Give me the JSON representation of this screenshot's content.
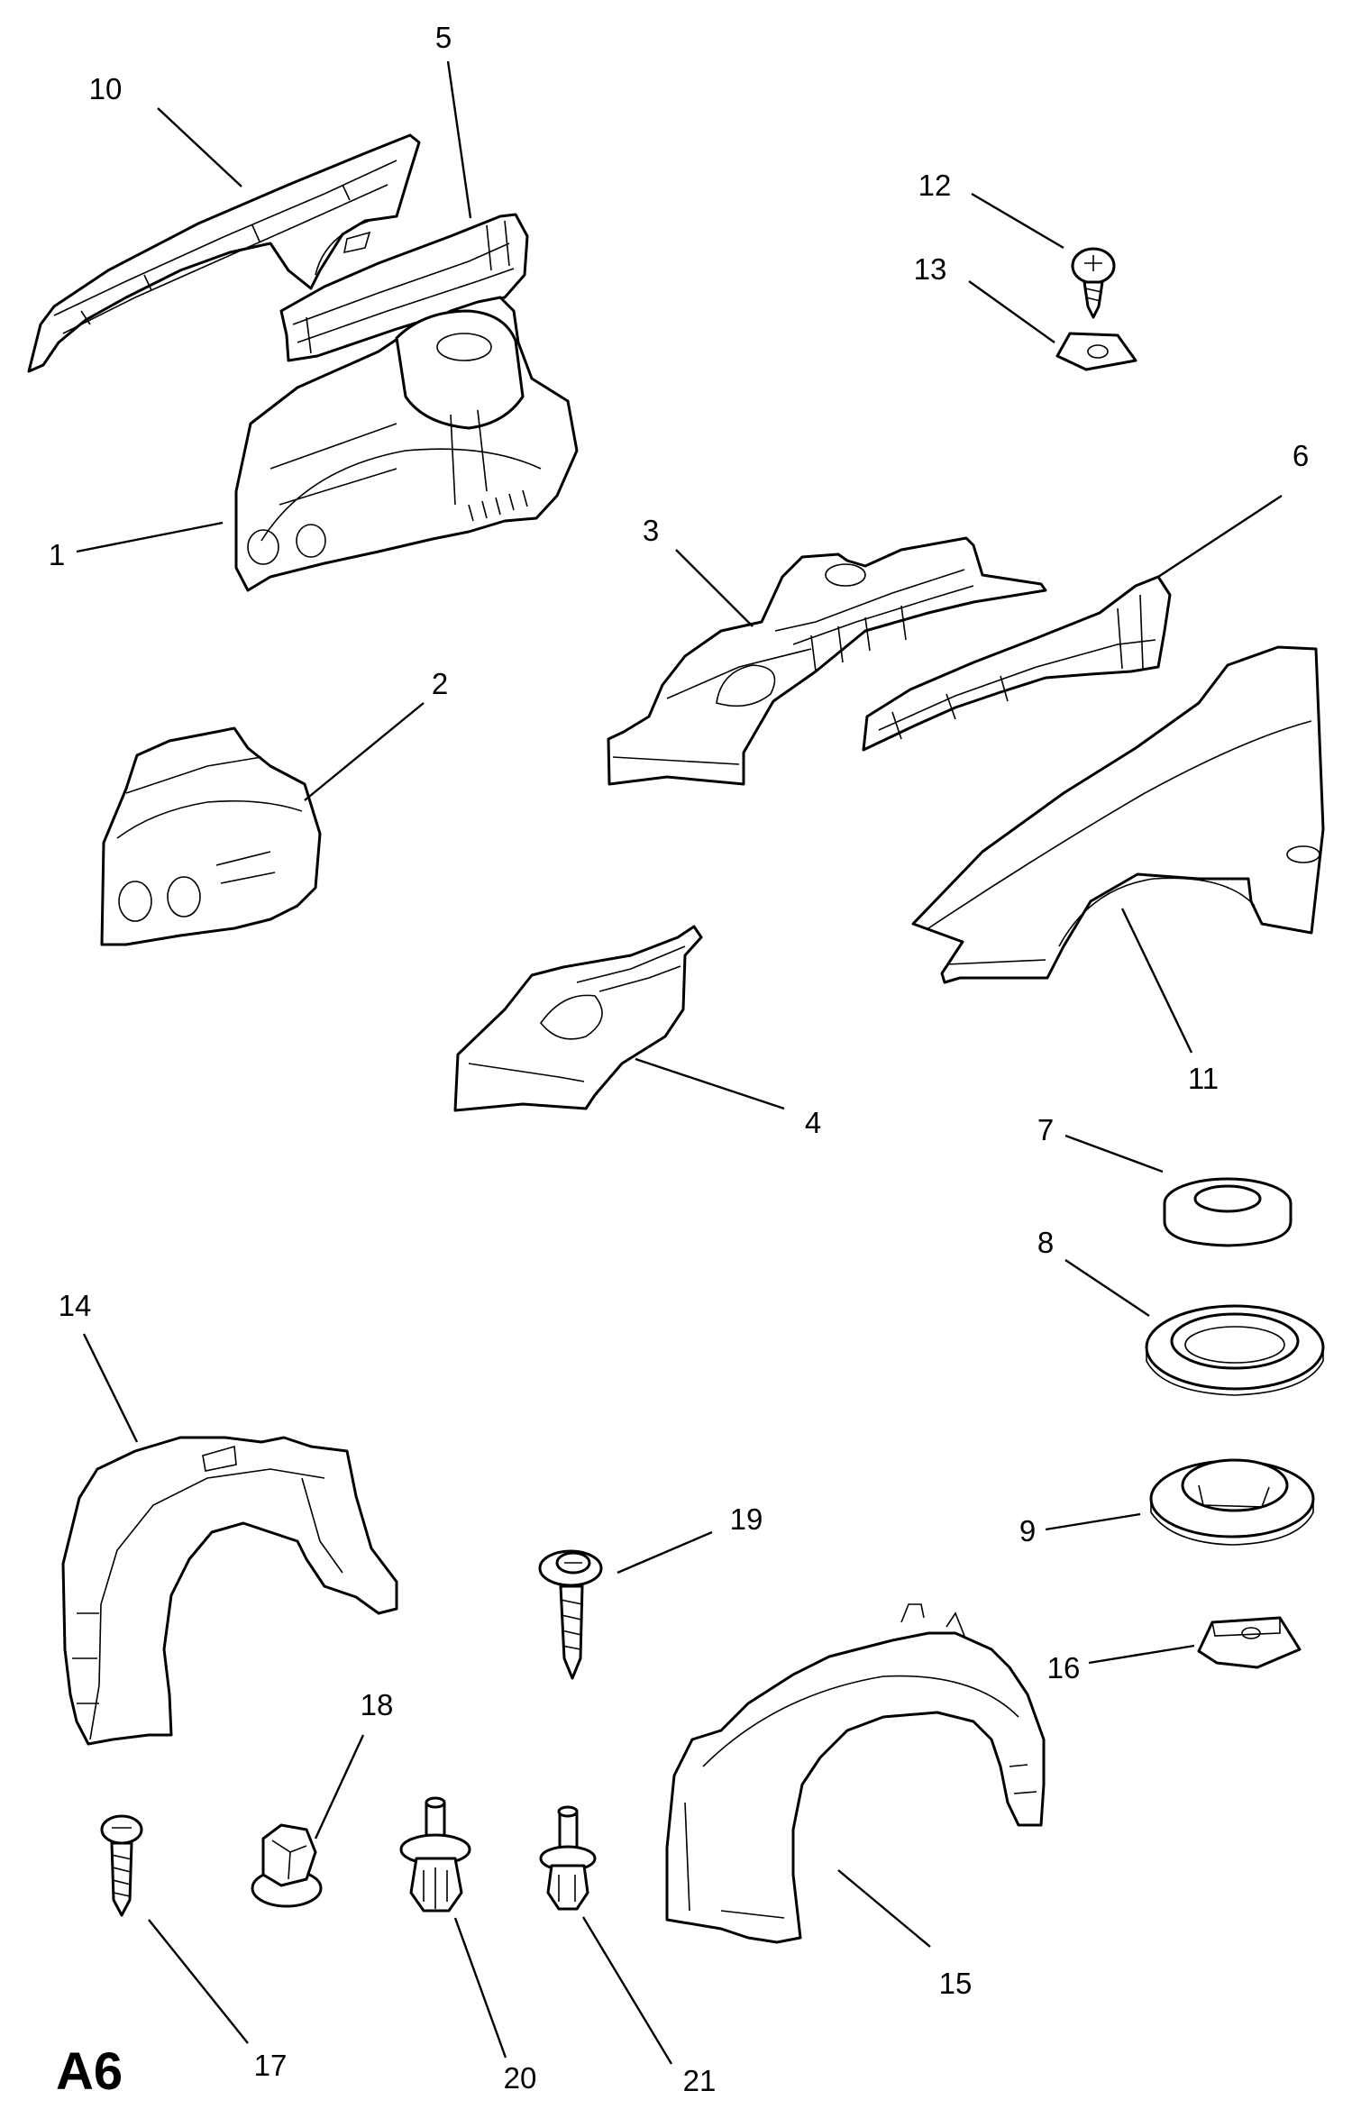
{
  "sheet_code": "A6",
  "callouts": [
    "1",
    "2",
    "3",
    "4",
    "5",
    "6",
    "7",
    "8",
    "9",
    "10",
    "11",
    "12",
    "13",
    "14",
    "15",
    "16",
    "17",
    "18",
    "19",
    "20",
    "21"
  ],
  "parts": [
    {
      "id": "1",
      "icon": "inner-wheelhouse-panel-icon"
    },
    {
      "id": "2",
      "icon": "wheelhouse-panel-section-icon"
    },
    {
      "id": "3",
      "icon": "front-longitudinal-rail-assembly-icon"
    },
    {
      "id": "4",
      "icon": "longitudinal-rail-section-icon"
    },
    {
      "id": "5",
      "icon": "upper-rail-reinforcement-icon"
    },
    {
      "id": "6",
      "icon": "front-rail-extension-icon"
    },
    {
      "id": "7",
      "icon": "grommet-icon"
    },
    {
      "id": "8",
      "icon": "grommet-large-icon"
    },
    {
      "id": "9",
      "icon": "grommet-plug-icon"
    },
    {
      "id": "10",
      "icon": "upper-side-member-icon"
    },
    {
      "id": "11",
      "icon": "front-fender-icon"
    },
    {
      "id": "12",
      "icon": "screw-icon"
    },
    {
      "id": "13",
      "icon": "clip-nut-icon"
    },
    {
      "id": "14",
      "icon": "wheelhouse-liner-front-icon"
    },
    {
      "id": "15",
      "icon": "wheelhouse-liner-rear-icon"
    },
    {
      "id": "16",
      "icon": "clip-nut-icon"
    },
    {
      "id": "17",
      "icon": "tapping-screw-icon"
    },
    {
      "id": "18",
      "icon": "hex-nut-icon"
    },
    {
      "id": "19",
      "icon": "washer-screw-icon"
    },
    {
      "id": "20",
      "icon": "expansion-rivet-icon"
    },
    {
      "id": "21",
      "icon": "push-rivet-icon"
    }
  ]
}
